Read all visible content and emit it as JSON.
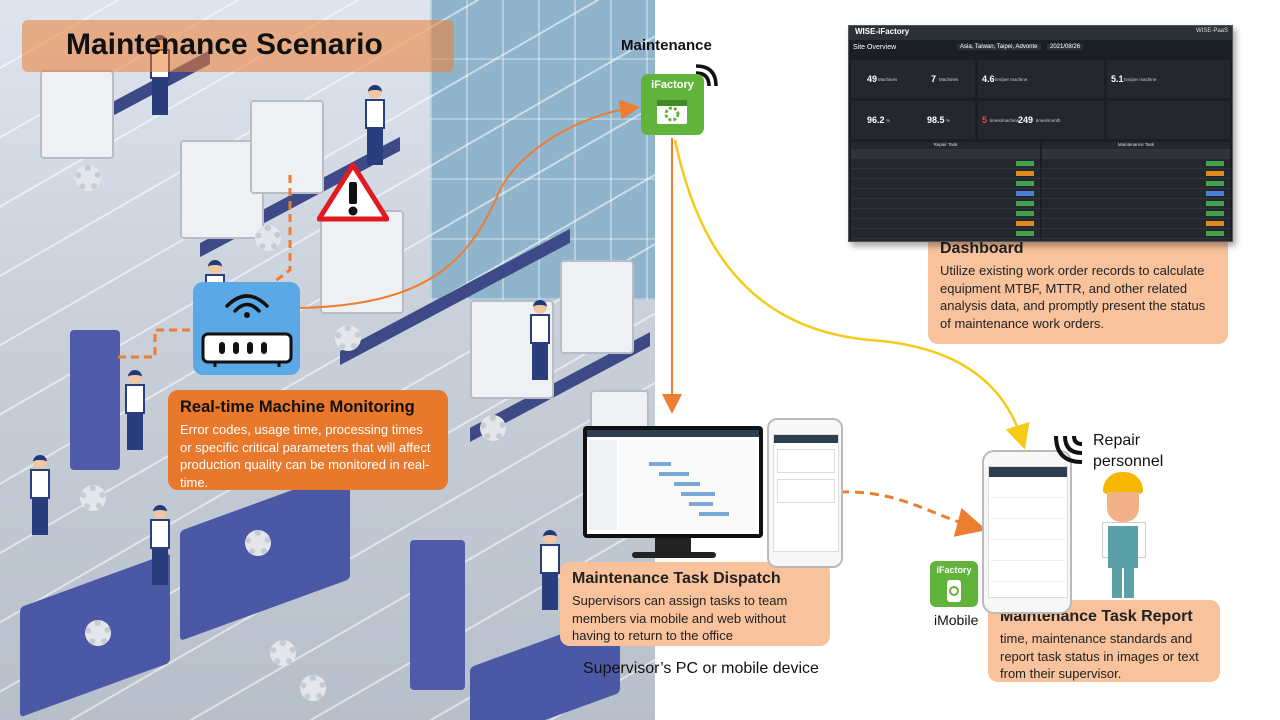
{
  "title": "Maintenance Scenario",
  "labels": {
    "maintenance": "Maintenance",
    "supervisor_device": "Supervisor’s PC or mobile device",
    "repair_personnel": "Repair personnel",
    "imobile": "iMobile",
    "ifactory": "iFactory"
  },
  "callouts": {
    "monitoring": {
      "title": "Real-time Machine Monitoring",
      "text": "Error codes, usage time, processing times or specific critical parameters that will affect production quality can be monitored in real-time."
    },
    "dispatch": {
      "title": "Maintenance Task Dispatch",
      "text": "Supervisors can assign tasks to team members via mobile and web without having to return to the office"
    },
    "dashboard": {
      "title": "Dashboard",
      "text": "Utilize existing work order records to calculate equipment MTBF, MTTR, and other related analysis data, and promptly present the status of maintenance work orders."
    },
    "report": {
      "title": "Maintenance Task Report",
      "text": "time, maintenance standards and report task status in images or text from their supervisor."
    }
  },
  "dashboard_screen": {
    "app": "WISE-iFactory",
    "page": "Site Overview",
    "location": "Asia, Taiwan, Taipei, Advonte",
    "date": "2021/08/26",
    "brand": "WISE-PaaS",
    "kpis": [
      {
        "value": "49",
        "unit": "Machines"
      },
      {
        "value": "7",
        "unit": "Machines"
      },
      {
        "value": "4.6",
        "unit": "hrs/per machine"
      },
      {
        "value": "5.1",
        "unit": "hrs/per machine"
      },
      {
        "value": "96.2",
        "unit": "%"
      },
      {
        "value": "98.5",
        "unit": "%"
      },
      {
        "value": "5",
        "unit": "times/machine"
      },
      {
        "value": "249",
        "unit": "times/month"
      }
    ],
    "left_table_title": "Repair Task",
    "right_table_title": "Maintenance Task",
    "columns": [
      "Group",
      "Report Time",
      "Machine ID",
      "Description",
      "Priority",
      "Status"
    ]
  },
  "colors": {
    "orange": "#ec7d31",
    "light_orange": "#f8c29c",
    "green": "#61b33b",
    "yellow": "#f3cb18",
    "warning_red": "#e01b22",
    "router_blue": "#5ba8e6"
  }
}
